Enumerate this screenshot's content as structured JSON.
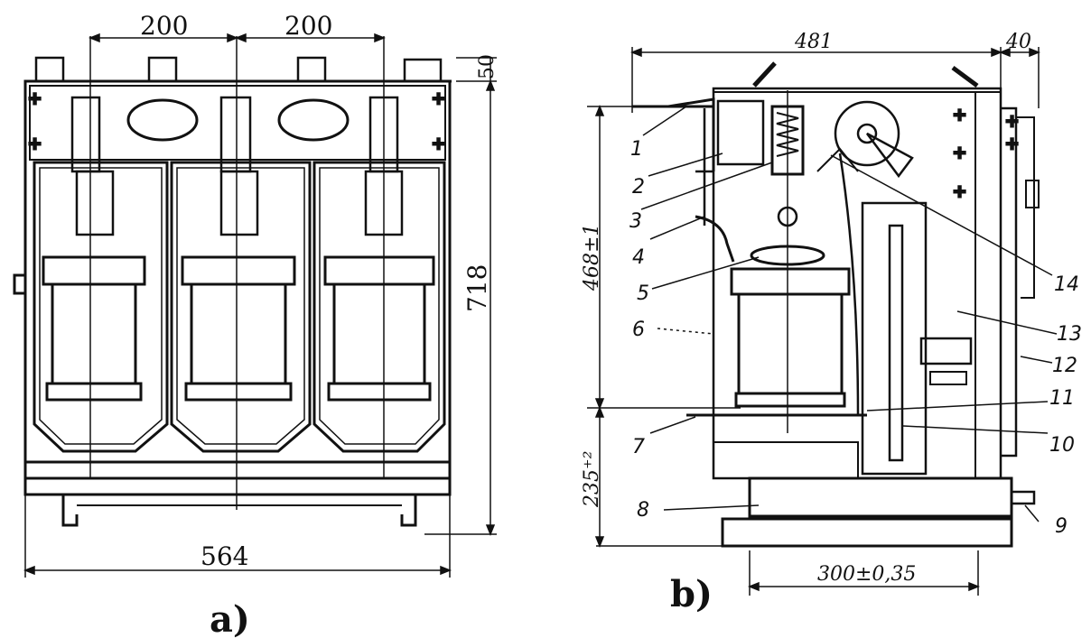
{
  "view_a": {
    "dim_pitch_1": "200",
    "dim_pitch_2": "200",
    "dim_top": "50",
    "dim_height": "718",
    "dim_width": "564",
    "caption": "a)"
  },
  "view_b": {
    "dim_depth": "481",
    "dim_handle": "40",
    "dim_upper": "468±1",
    "dim_lower": "235⁺²",
    "dim_rails": "300±0,35",
    "caption": "b)",
    "callouts": [
      "1",
      "2",
      "3",
      "4",
      "5",
      "6",
      "7",
      "8",
      "9",
      "10",
      "11",
      "12",
      "13",
      "14"
    ]
  }
}
